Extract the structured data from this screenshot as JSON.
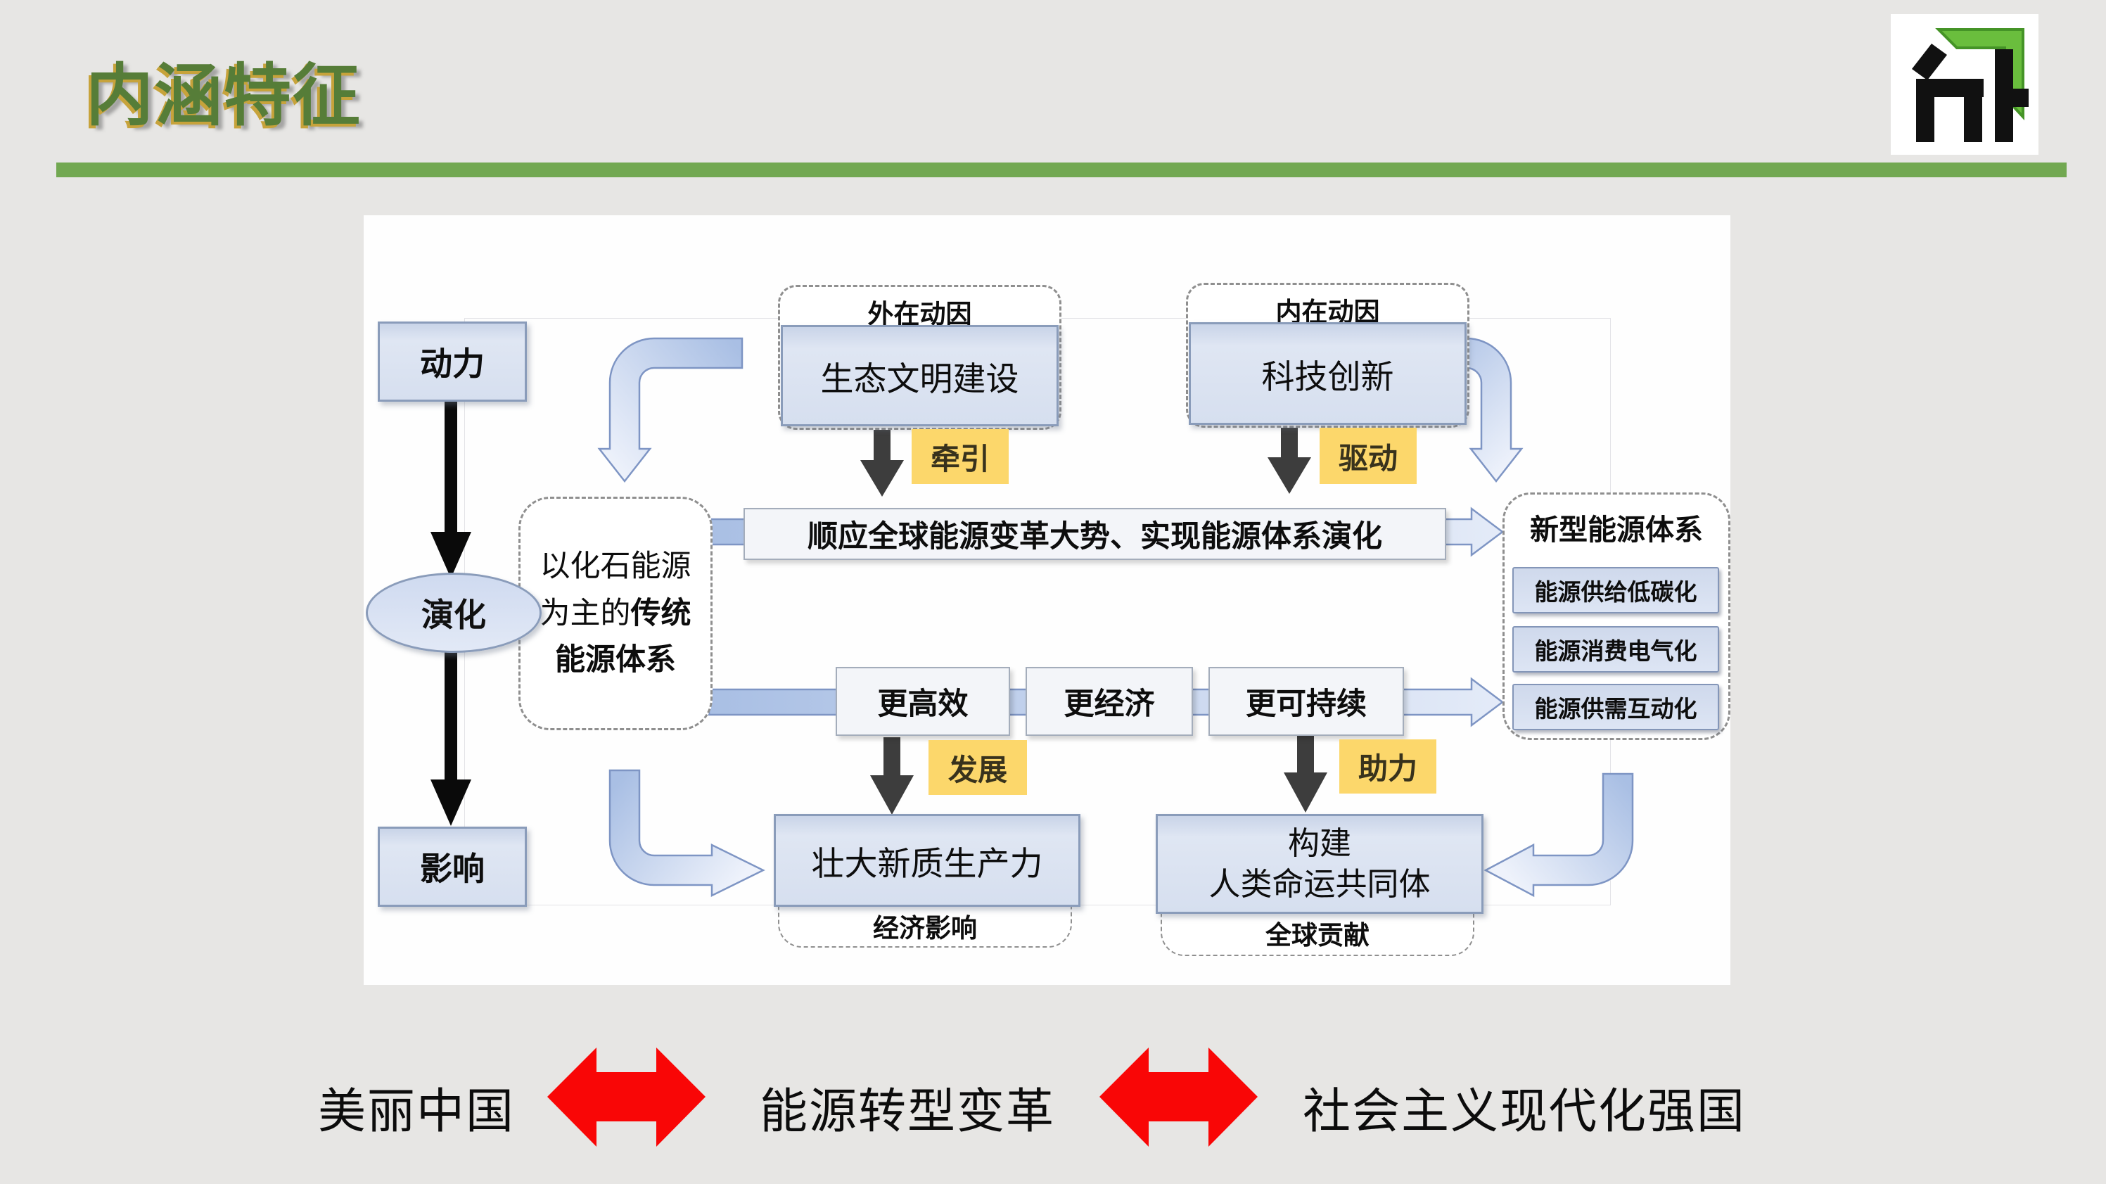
{
  "slide": {
    "title": "内涵特征",
    "accent_green": "#72a851",
    "title_green": "#567d38"
  },
  "logo": {
    "icon": "energy-institute-logo",
    "green": "#6abe3d",
    "black": "#111111"
  },
  "diagram": {
    "left_column": {
      "power": "动力",
      "evolution": "演化",
      "impact": "影响"
    },
    "external_driver": {
      "label": "外在动因",
      "box": "生态文明建设",
      "arrow_label": "牵引"
    },
    "internal_driver": {
      "label": "内在动因",
      "box": "科技创新",
      "arrow_label": "驱动"
    },
    "traditional_system": {
      "line1": "以化石能源",
      "line2_normal": "为主的",
      "line2_bold": "传统",
      "line3_bold": "能源体系"
    },
    "transition_banner": "顺应全球能源变革大势、实现能源体系演化",
    "qualities": [
      "更高效",
      "更经济",
      "更可持续"
    ],
    "new_system": {
      "title": "新型能源体系",
      "items": [
        "能源供给低碳化",
        "能源消费电气化",
        "能源供需互动化"
      ]
    },
    "economic": {
      "arrow_label": "发展",
      "box": "壮大新质生产力",
      "caption": "经济影响"
    },
    "global": {
      "arrow_label": "助力",
      "box_line1": "构建",
      "box_line2": "人类命运共同体",
      "caption": "全球贡献"
    },
    "colors": {
      "box_fill": "#d6dfef",
      "box_border": "#8a9cba",
      "highlight_yellow": "#fcd76b",
      "arrow_blue": "#a9bfe4",
      "arrow_border": "#7e95c4",
      "red_arrow": "#f90606"
    }
  },
  "footer": {
    "left": "美丽中国",
    "middle": "能源转型变革",
    "right": "社会主义现代化强国"
  }
}
